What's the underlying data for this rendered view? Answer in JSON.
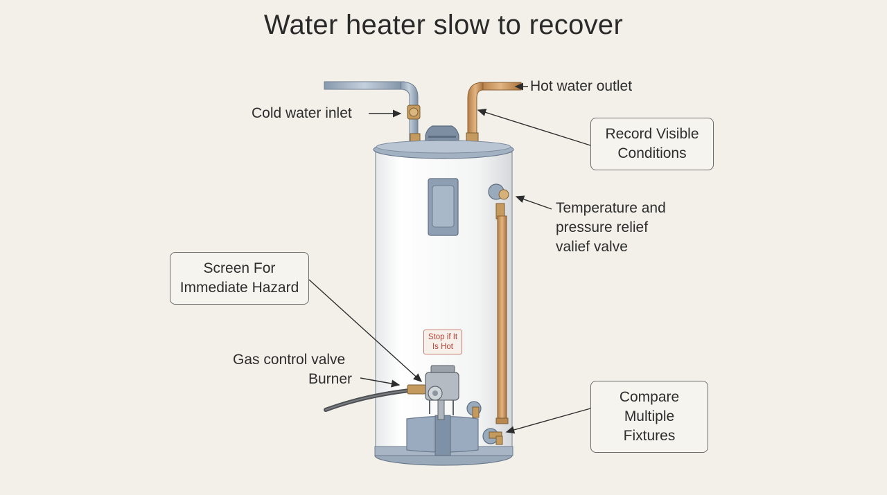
{
  "title": "Water heater slow to recover",
  "labels": {
    "cold_inlet": "Cold water inlet",
    "hot_outlet": "Hot water outlet",
    "tpr_valve": "Temperature and\npressure relief\nvalief valve",
    "gas_valve": "Gas control valve",
    "burner": "Burner"
  },
  "boxes": {
    "record": "Record Visible\nConditions",
    "screen": "Screen For\nImmediate Hazard",
    "compare": "Compare\nMultiple\nFixtures"
  },
  "warning_tag": "Stop if It\nIs Hot",
  "colors": {
    "background": "#f2f0e9",
    "tank_body": "#f7f7f5",
    "tank_trim": "#8a9bb0",
    "copper_pipe": "#c4915a",
    "cold_pipe": "#9fb0c4",
    "warning": "#b0433a"
  }
}
